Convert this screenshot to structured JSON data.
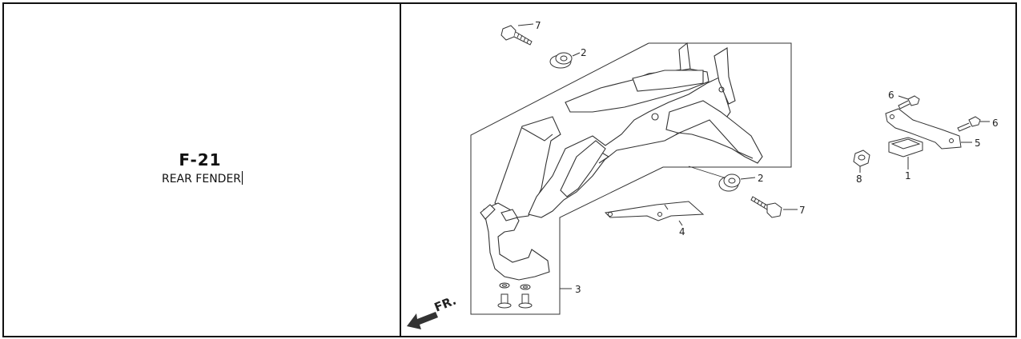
{
  "part_panel": {
    "code": "F-21",
    "name": "REAR FENDER"
  },
  "diagram": {
    "direction_label": "FR.",
    "callouts": [
      "1",
      "2",
      "2",
      "3",
      "4",
      "5",
      "6",
      "6",
      "7",
      "7",
      "8"
    ]
  }
}
